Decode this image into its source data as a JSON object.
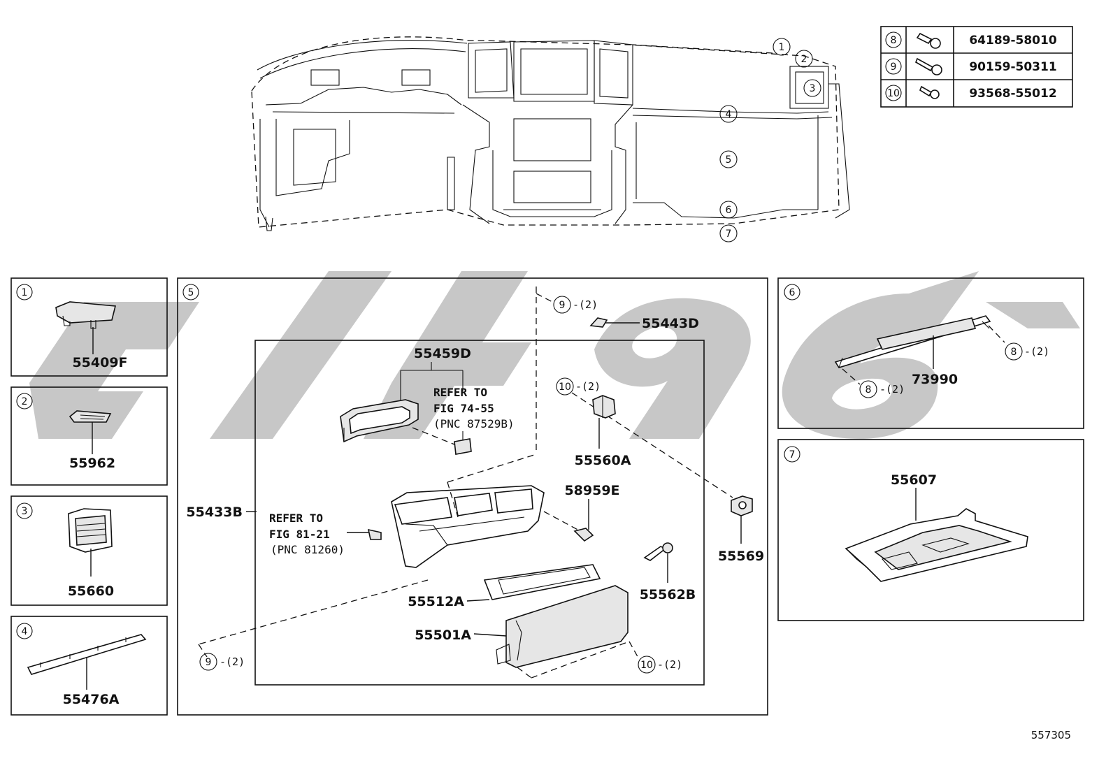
{
  "diagram_id": "557305",
  "fastener_table": [
    {
      "ref": "8",
      "part_no": "64189-58010",
      "icon": "bolt-washer-icon"
    },
    {
      "ref": "9",
      "part_no": "90159-50311",
      "icon": "screw-washer-icon"
    },
    {
      "ref": "10",
      "part_no": "93568-55012",
      "icon": "screw-icon"
    }
  ],
  "overview_callouts": [
    "1",
    "2",
    "3",
    "4",
    "5",
    "6",
    "7"
  ],
  "panels": {
    "p1": {
      "num": "1",
      "part": "55409F"
    },
    "p2": {
      "num": "2",
      "part": "55962"
    },
    "p3": {
      "num": "3",
      "part": "55660"
    },
    "p4": {
      "num": "4",
      "part": "55476A"
    },
    "p5": {
      "num": "5",
      "parts": {
        "a": "55459D",
        "b": "55443D",
        "c": "55560A",
        "d": "58959E",
        "e": "55433B",
        "f": "55569",
        "g": "55562B",
        "h": "55512A",
        "i": "55501A"
      },
      "refer1": {
        "line1": "REFER TO",
        "line2": "FIG 74-55",
        "line3": "(PNC 87529B)"
      },
      "refer2": {
        "line1": "REFER TO",
        "line2": "FIG 81-21",
        "line3": "(PNC 81260)"
      },
      "callouts": {
        "c9a": {
          "num": "9",
          "qty": "-(2)"
        },
        "c10a": {
          "num": "10",
          "qty": "-(2)"
        },
        "c9b": {
          "num": "9",
          "qty": "-(2)"
        },
        "c10b": {
          "num": "10",
          "qty": "-(2)"
        }
      }
    },
    "p6": {
      "num": "6",
      "part": "73990",
      "callouts": {
        "c8a": {
          "num": "8",
          "qty": "-(2)"
        },
        "c8b": {
          "num": "8",
          "qty": "-(2)"
        }
      }
    },
    "p7": {
      "num": "7",
      "part": "55607"
    }
  }
}
